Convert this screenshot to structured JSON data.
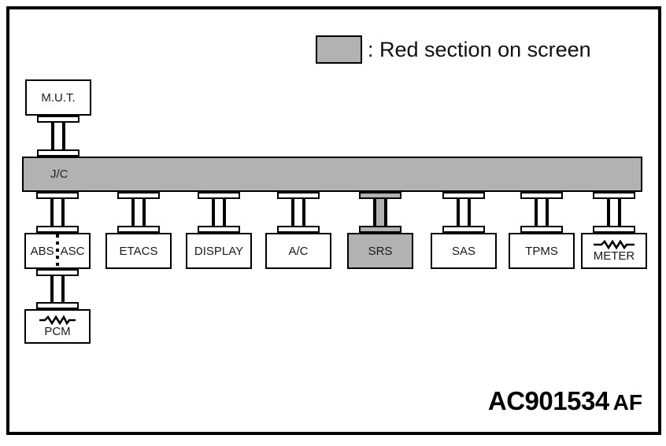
{
  "legend": {
    "label": ": Red section on screen"
  },
  "bus": {
    "label": "J/C"
  },
  "mut": {
    "label": "M.U.T."
  },
  "nodes": [
    {
      "id": "abs-asc",
      "label_left": "ABS",
      "label_right": "ASC",
      "highlighted": false,
      "divider": "dotted"
    },
    {
      "id": "etacs",
      "label": "ETACS",
      "highlighted": false
    },
    {
      "id": "display",
      "label": "DISPLAY",
      "highlighted": false
    },
    {
      "id": "ac",
      "label": "A/C",
      "highlighted": false
    },
    {
      "id": "srs",
      "label": "SRS",
      "highlighted": true
    },
    {
      "id": "sas",
      "label": "SAS",
      "highlighted": false
    },
    {
      "id": "tpms",
      "label": "TPMS",
      "highlighted": false
    },
    {
      "id": "meter",
      "label": "METER",
      "highlighted": false,
      "icon": "resistor-icon"
    }
  ],
  "pcm": {
    "label": "PCM",
    "icon": "resistor-icon"
  },
  "code": {
    "main": "AC901534",
    "suffix": "AF"
  },
  "colors": {
    "highlight": "#b2b2b2",
    "line": "#000000",
    "background": "#ffffff"
  }
}
